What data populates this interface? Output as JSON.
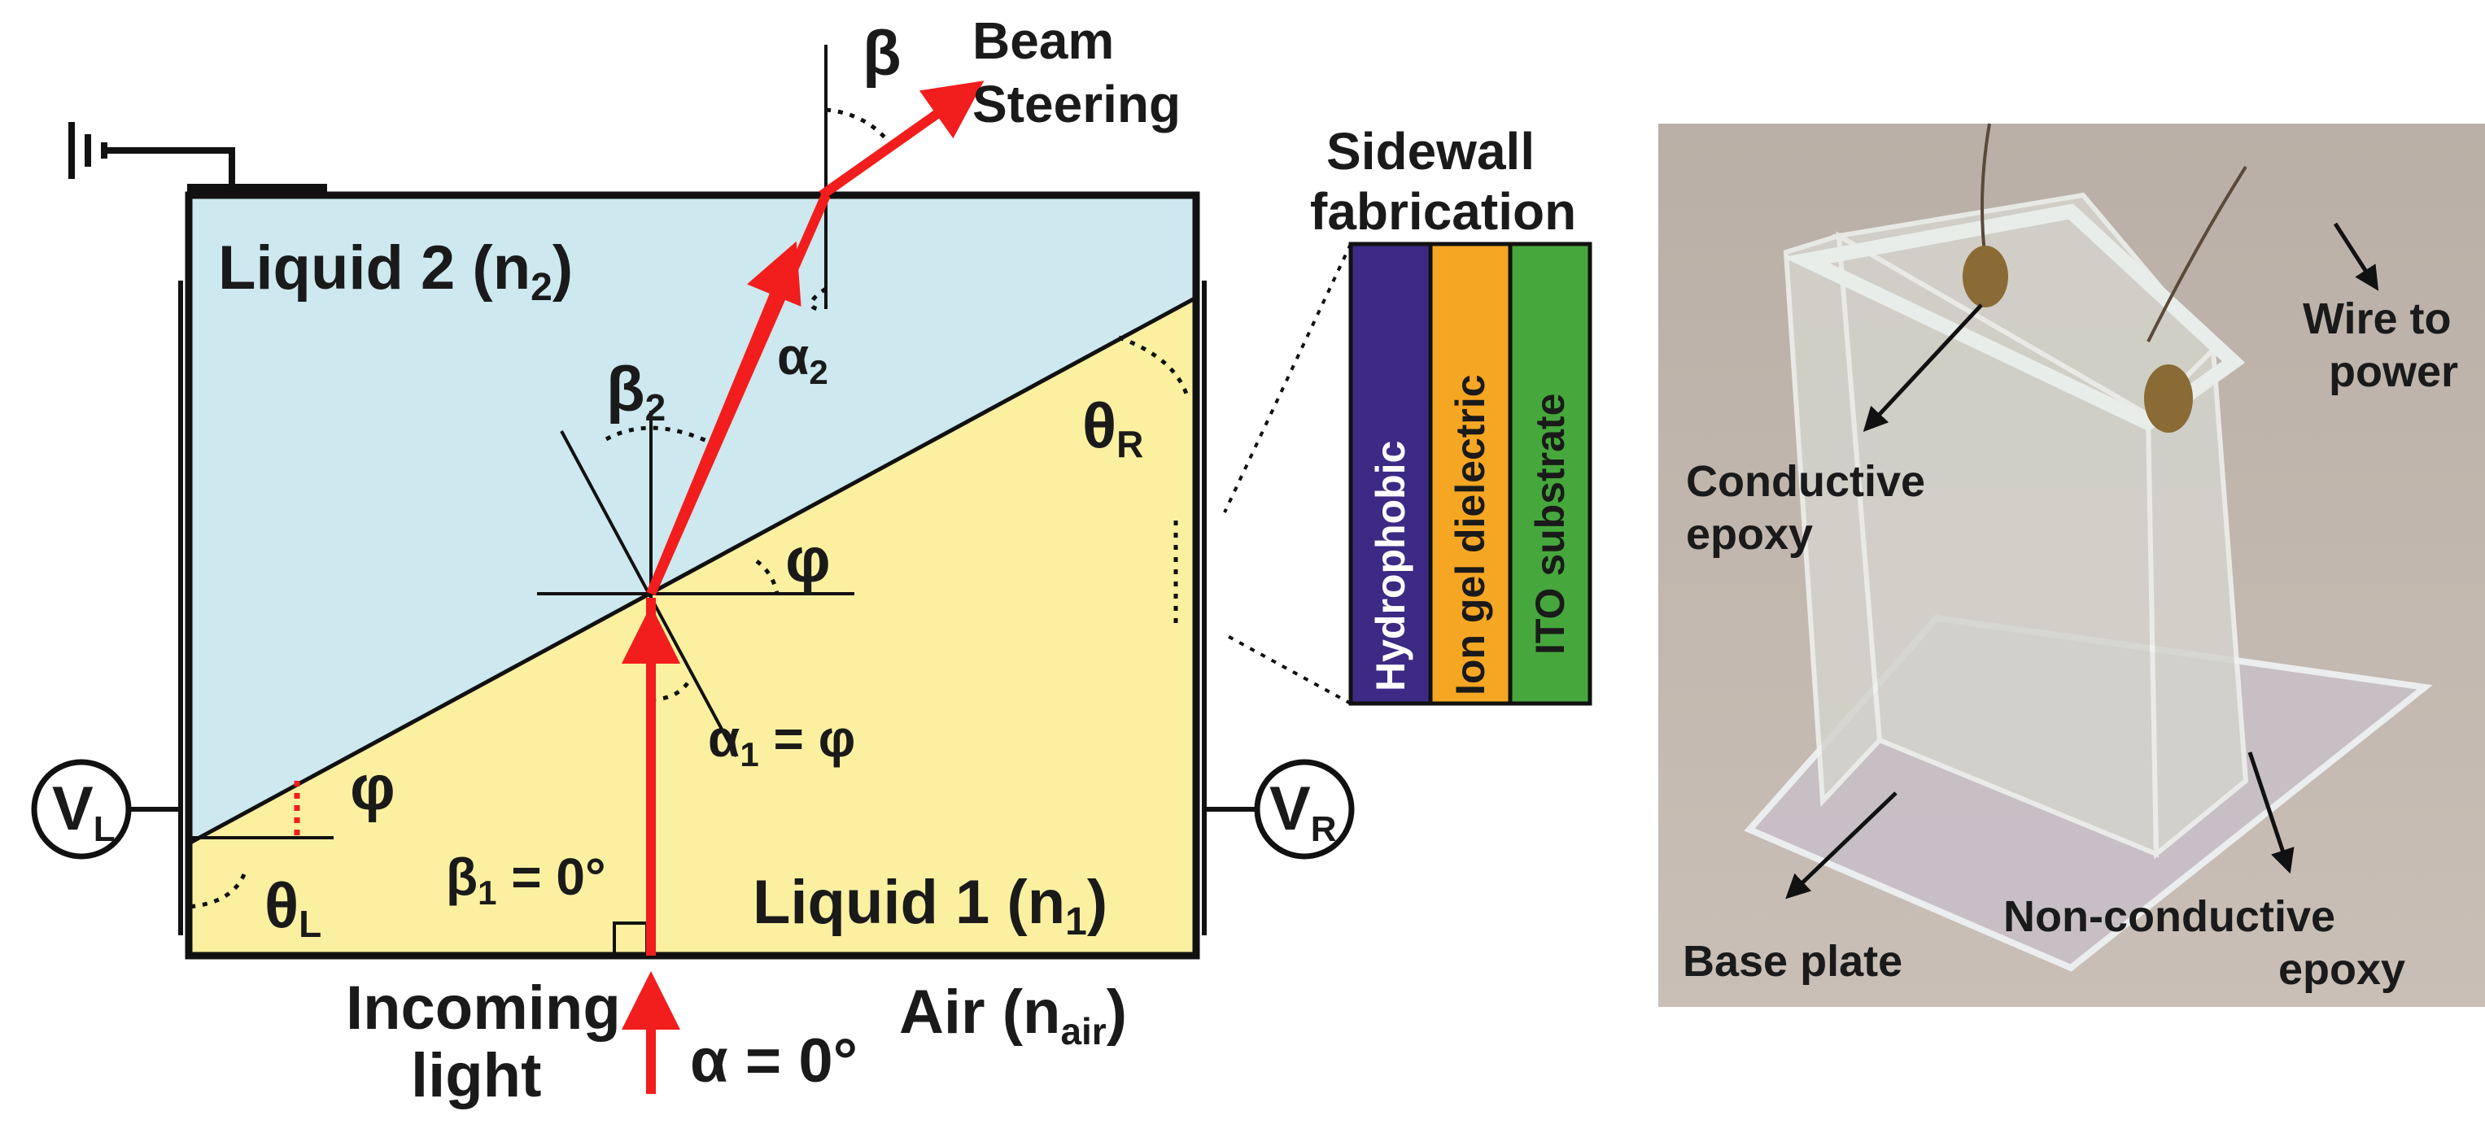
{
  "diagram": {
    "beam_steering_line1": "Beam",
    "beam_steering_line2": "Steering",
    "beta": "β",
    "liquid2_label": "Liquid 2 (n",
    "liquid2_sub": "2",
    "liquid2_close": ")",
    "liquid1_label": "Liquid 1 (n",
    "liquid1_sub": "1",
    "liquid1_close": ")",
    "air_label": "Air (n",
    "air_sub": "air",
    "air_close": ")",
    "beta2": "β",
    "beta2_sub": "2",
    "alpha2": "α",
    "alpha2_sub": "2",
    "theta_r": "θ",
    "theta_r_sub": "R",
    "theta_l": "θ",
    "theta_l_sub": "L",
    "phi_interface": "φ",
    "phi_left": "φ",
    "alpha1_eq": "α",
    "alpha1_sub": "1",
    "alpha1_rhs": " = φ",
    "beta1_eq": "β",
    "beta1_sub": "1",
    "beta1_rhs": " = 0°",
    "incoming_line1": "Incoming",
    "incoming_line2": "light",
    "alpha_eq": "α = 0°",
    "vl": "V",
    "vl_sub": "L",
    "vr": "V",
    "vr_sub": "R",
    "sidewall_line1": "Sidewall",
    "sidewall_line2": "fabrication",
    "layers": [
      {
        "label": "Hydrophobic",
        "color": "#3c2a85"
      },
      {
        "label": "Ion gel dielectric",
        "color": "#f5a623"
      },
      {
        "label": "ITO substrate",
        "color": "#46a83c"
      }
    ],
    "colors": {
      "liquid2": "#cde8ee",
      "liquid1": "#faf0a0",
      "beam": "#f21d1d"
    }
  },
  "photo": {
    "conductive_line1": "Conductive",
    "conductive_line2": "epoxy",
    "wire_line1": "Wire to",
    "wire_line2": "power",
    "base_plate": "Base plate",
    "nonconductive_line1": "Non-conductive",
    "nonconductive_line2": "epoxy",
    "background_color": "#bfb3a9"
  }
}
